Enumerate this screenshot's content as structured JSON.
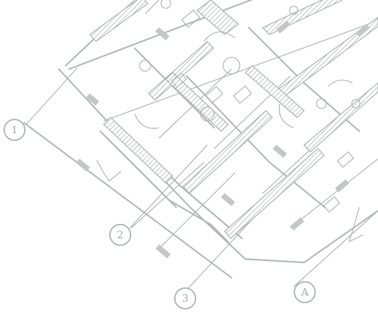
{
  "axes": {
    "axis_1": "1",
    "axis_2": "2",
    "axis_3": "3",
    "axis_A": "A"
  },
  "colors": {
    "line": "#b2b7b7",
    "background": "#ffffff"
  }
}
